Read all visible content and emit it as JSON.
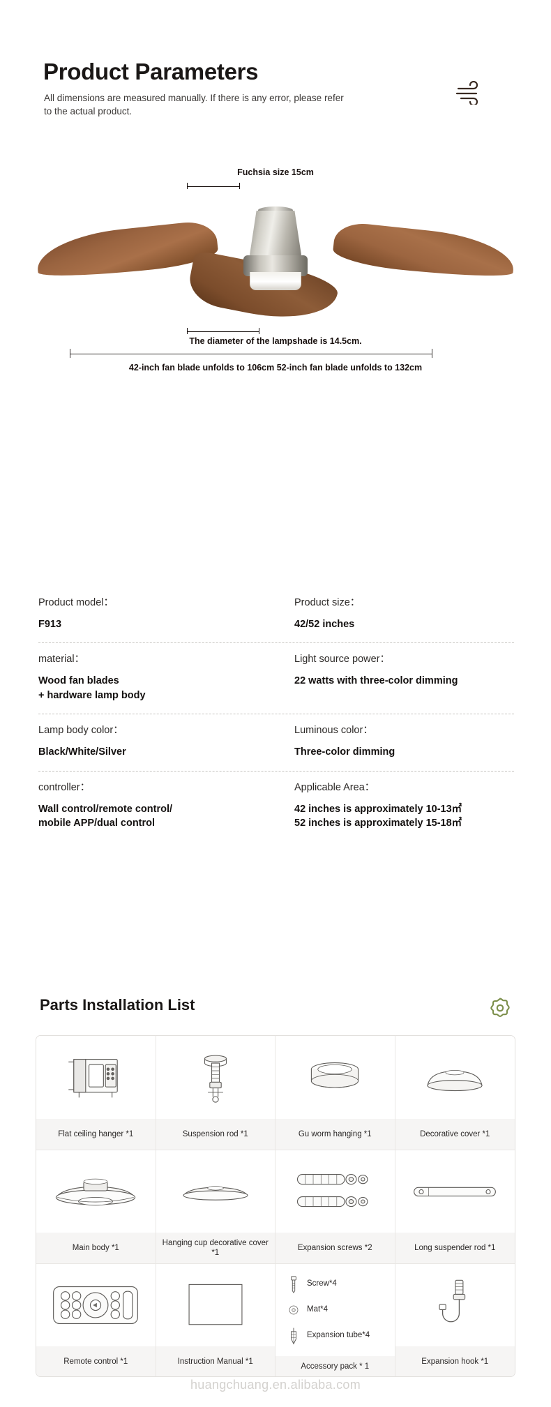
{
  "header": {
    "title": "Product Parameters",
    "subtitle": "All dimensions are measured manually. If there is any error, please refer to the actual product.",
    "icon": "wind-icon"
  },
  "diagram": {
    "fuchsia_label": "Fuchsia size 15cm",
    "shade_label": "The diameter of the\nlampshade is 14.5cm.",
    "span_label": "42-inch fan blade unfolds to 106cm\n52-inch fan blade unfolds to 132cm"
  },
  "specs": [
    {
      "left_key": "Product model：",
      "left_value": "F913",
      "right_key": "Product size：",
      "right_value": "42/52 inches"
    },
    {
      "left_key": "material：",
      "left_value": "Wood fan blades\n + hardware lamp body",
      "right_key": "Light source power：",
      "right_value": "22 watts with three-color dimming"
    },
    {
      "left_key": "Lamp body color：",
      "left_value": "Black/White/Silver",
      "right_key": "Luminous color：",
      "right_value": "Three-color dimming"
    },
    {
      "left_key": "controller：",
      "left_value": "Wall control/remote control/\nmobile APP/dual control",
      "right_key": "Applicable Area：",
      "right_value": "42 inches is approximately 10-13㎡\n52 inches is approximately 15-18㎡"
    }
  ],
  "parts": {
    "title": "Parts Installation List",
    "icon": "gear-icon",
    "accent_color": "#7c8f4b",
    "items": [
      {
        "label": "Flat ceiling hanger *1",
        "art": "flat-ceiling-hanger-art"
      },
      {
        "label": "Suspension rod *1",
        "art": "suspension-rod-art"
      },
      {
        "label": "Gu worm hanging *1",
        "art": "gu-worm-hanging-art"
      },
      {
        "label": "Decorative cover *1",
        "art": "decorative-cover-art"
      },
      {
        "label": "Main body *1",
        "art": "main-body-art"
      },
      {
        "label": "Hanging cup\ndecorative cover *1",
        "art": "hanging-cup-cover-art"
      },
      {
        "label": "Expansion screws *2",
        "art": "expansion-screws-art"
      },
      {
        "label": "Long suspender rod *1",
        "art": "long-suspender-rod-art"
      },
      {
        "label": "Remote control *1",
        "art": "remote-control-art"
      },
      {
        "label": "Instruction Manual *1",
        "art": "instruction-manual-art"
      },
      {
        "label": "Accessory pack * 1",
        "art": "accessory-pack-art"
      },
      {
        "label": "Expansion hook *1",
        "art": "expansion-hook-art"
      }
    ],
    "accessory_pack": [
      {
        "name": "Screw*4",
        "icon": "screw-icon"
      },
      {
        "name": "Mat*4",
        "icon": "washer-icon"
      },
      {
        "name": "Expansion\ntube*4",
        "icon": "expansion-tube-icon"
      }
    ]
  },
  "watermark": "huangchuang.en.alibaba.com"
}
